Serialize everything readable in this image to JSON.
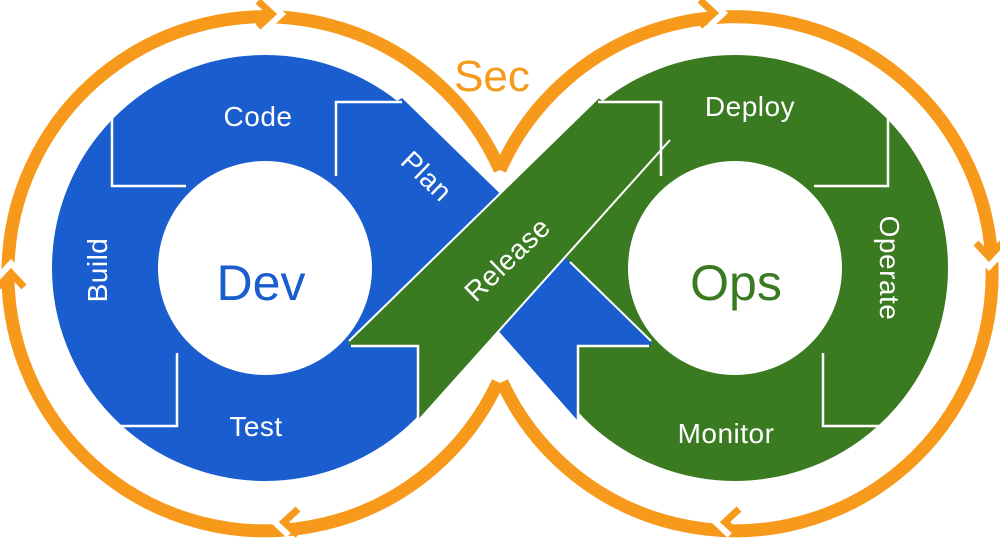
{
  "diagram": {
    "sec_ring": {
      "label": "Sec"
    },
    "dev_loop": {
      "center_label": "Dev",
      "segments": {
        "code": "Code",
        "plan": "Plan",
        "build": "Build",
        "test": "Test"
      }
    },
    "ops_loop": {
      "center_label": "Ops",
      "segments": {
        "deploy": "Deploy",
        "operate": "Operate",
        "monitor": "Monitor"
      }
    },
    "cross_band": {
      "label": "Release"
    },
    "colors": {
      "blue": "#1A5DCE",
      "green": "#3A7A20",
      "orange": "#F79A1C",
      "label_text": "#FFFFFF",
      "divider": "#FFFFFF"
    }
  }
}
